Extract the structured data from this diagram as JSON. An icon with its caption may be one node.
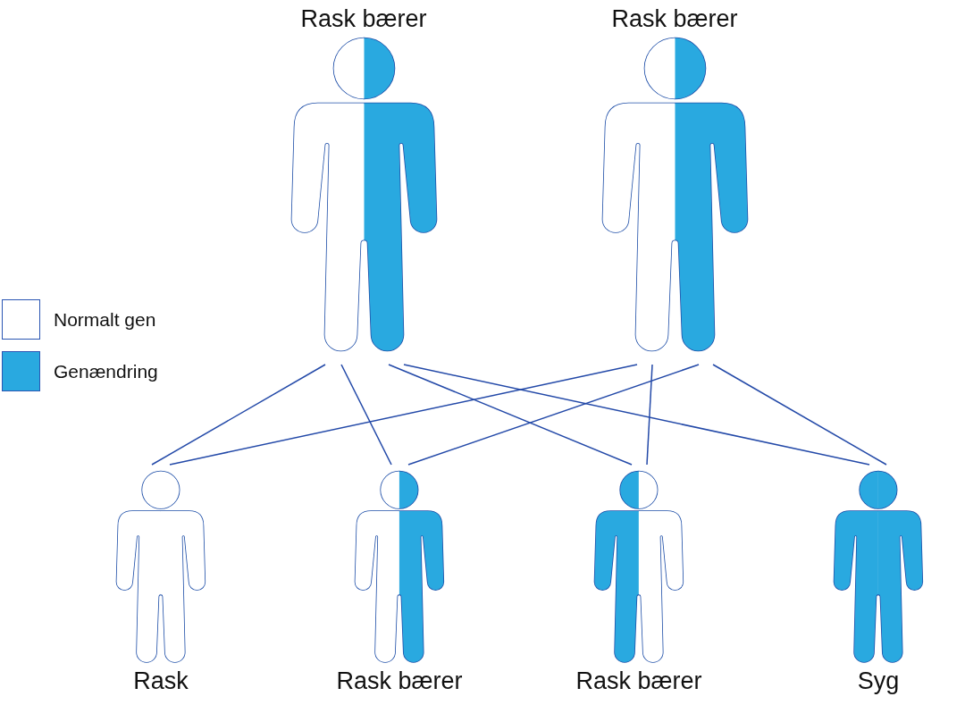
{
  "diagram": {
    "nodes": [
      {
        "text": [
          "Rask bærer"
        ]
      },
      {
        "text": [
          "Rask bærer"
        ]
      },
      {
        "text": [
          "Rask"
        ]
      },
      {
        "text": [
          "Rask bærer"
        ]
      },
      {
        "text": [
          "Rask bærer"
        ]
      },
      {
        "text": [
          "Syg"
        ]
      }
    ],
    "edges": [
      {
        "from": 0,
        "to": 2,
        "arrow": "none"
      },
      {
        "from": 0,
        "to": 3,
        "arrow": "none"
      },
      {
        "from": 0,
        "to": 4,
        "arrow": "none"
      },
      {
        "from": 0,
        "to": 5,
        "arrow": "none"
      },
      {
        "from": 1,
        "to": 2,
        "arrow": "none"
      },
      {
        "from": 1,
        "to": 3,
        "arrow": "none"
      },
      {
        "from": 1,
        "to": 4,
        "arrow": "none"
      },
      {
        "from": 1,
        "to": 5,
        "arrow": "none"
      }
    ],
    "legend": [
      {
        "text": "Normalt gen",
        "color": "#ffffff"
      },
      {
        "text": "Genændring",
        "color": "#29a9e0"
      }
    ]
  }
}
